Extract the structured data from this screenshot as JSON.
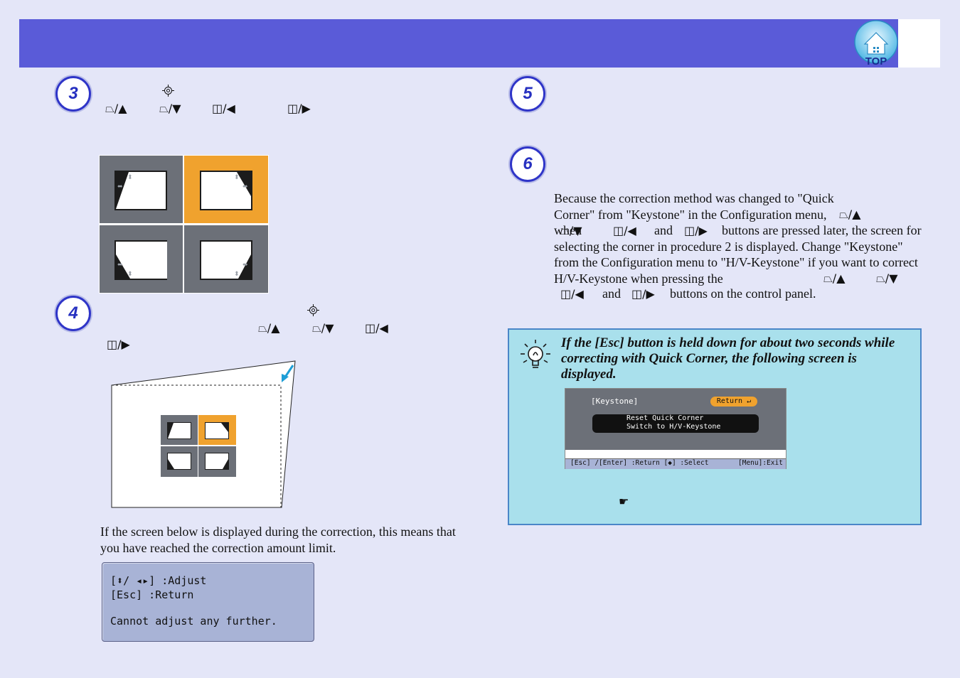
{
  "header": {
    "top_button_label": "TOP"
  },
  "steps": {
    "s3": "3",
    "s4": "4",
    "s5": "5",
    "s6": "6"
  },
  "step6": {
    "text_p1": "Because the correction method was changed to \"Quick Corner\" from \"Keystone\" in the Configuration menu, when",
    "text_p2": "buttons are pressed later, the screen for selecting the corner in procedure 2 is displayed. Change \"Keystone\" from the Configuration menu to \"H/V-Keystone\" if you want to correct H/V-Keystone when pressing the",
    "text_p3": "buttons on the control panel.",
    "and1": "and",
    "and2": "and"
  },
  "step4": {
    "limit_text": "If the screen below is displayed during the correction, this means that you have reached the correction amount limit."
  },
  "limit_panel": {
    "line1_prefix": "[",
    "line1_suffix": "] :Adjust",
    "line2": "[Esc] :Return",
    "line3": "Cannot adjust any further."
  },
  "tip": {
    "text": "If the [Esc] button is held down for about two seconds while correcting with Quick Corner, the following screen is displayed.",
    "menu": {
      "title": "[Keystone]",
      "return_label": "Return",
      "items": [
        "Reset Quick Corner",
        "Switch to H/V-Keystone"
      ],
      "footer_left": "[Esc] /[Enter] :Return  [◆] :Select",
      "footer_right": "[Menu]:Exit"
    }
  },
  "colors": {
    "header": "#5a5bd8",
    "page_bg": "#e4e6f8",
    "selected_corner": "#f0a22e",
    "corner_cell": "#6c7078",
    "tip_bg": "#a9e0ec",
    "tip_border": "#4a86c8",
    "limit_panel": "#a8b3d6",
    "step_ring": "#2f35c8"
  },
  "icons": {
    "top_button": "top-home-icon",
    "tip": "lightbulb-icon",
    "corner_select": "target-icon",
    "arrow": "pointing-arrow-icon",
    "reference": "pointing-hand-icon"
  }
}
